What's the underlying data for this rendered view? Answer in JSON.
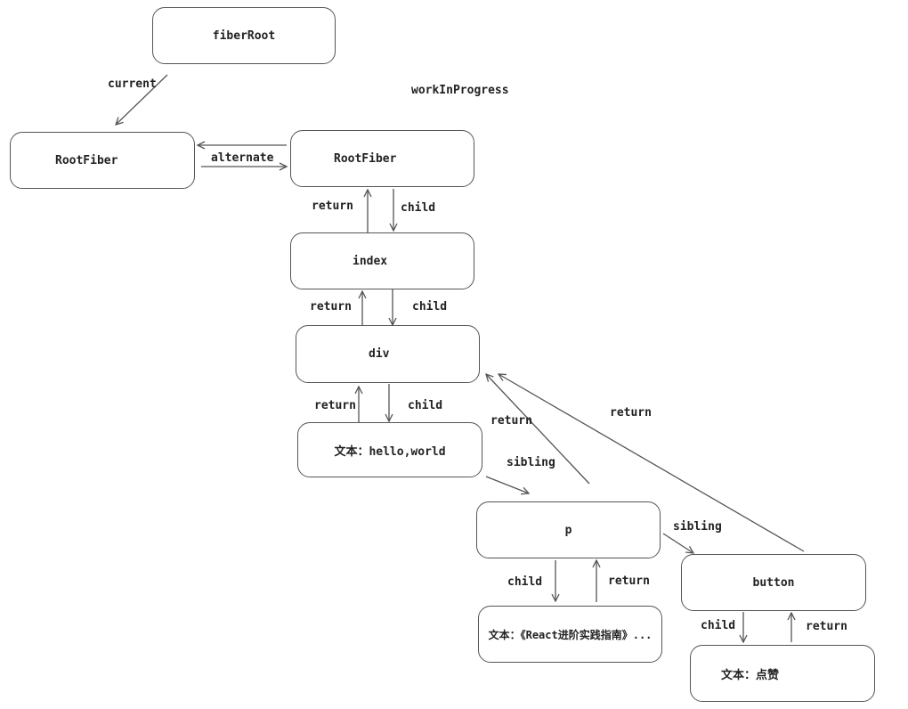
{
  "nodes": {
    "fiberroot": "fiberRoot",
    "rootfiber_current": "RootFiber",
    "rootfiber_wip": "RootFiber",
    "index": "index",
    "div": "div",
    "text_hello": "文本：hello,world",
    "p": "p",
    "button": "button",
    "text_react": "文本：《React进阶实践指南》...",
    "text_like": "文本：点赞"
  },
  "labels": {
    "workinprogress": "workInProgress",
    "current": "current",
    "alternate": "alternate",
    "return": "return",
    "child": "child",
    "sibling": "sibling"
  },
  "colors": {
    "stroke": "#555555",
    "text": "#222222",
    "background": "#ffffff"
  }
}
